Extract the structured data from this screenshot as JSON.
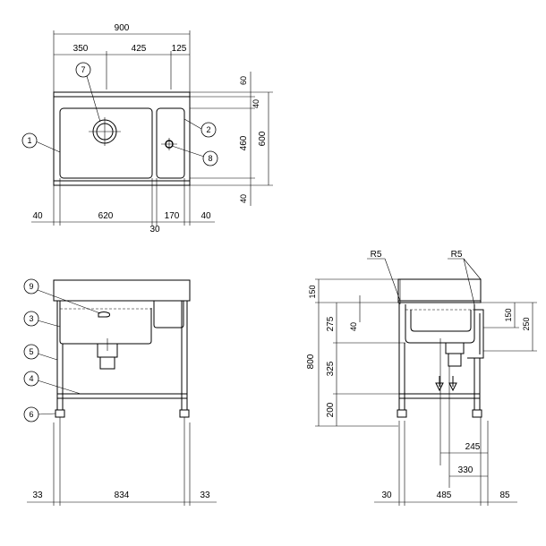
{
  "top_view": {
    "overall_width": "900",
    "w_350": "350",
    "w_425": "425",
    "w_125": "125",
    "h_60": "60",
    "h_40a": "40",
    "h_460": "460",
    "h_40b": "40",
    "h_600": "600",
    "b_40a": "40",
    "b_620": "620",
    "b_170": "170",
    "b_40b": "40",
    "b_30": "30"
  },
  "front_view": {
    "d_33a": "33",
    "d_834": "834",
    "d_33b": "33"
  },
  "side_view": {
    "r5a": "R5",
    "r5b": "R5",
    "v_150": "150",
    "v_275": "275",
    "v_40": "40",
    "v_800": "800",
    "v_325": "325",
    "v_200": "200",
    "v_150r": "150",
    "v_250": "250",
    "h_245": "245",
    "h_330": "330",
    "h_30": "30",
    "h_485": "485",
    "h_85": "85"
  },
  "callouts": [
    "1",
    "2",
    "3",
    "4",
    "5",
    "6",
    "7",
    "8",
    "9"
  ]
}
